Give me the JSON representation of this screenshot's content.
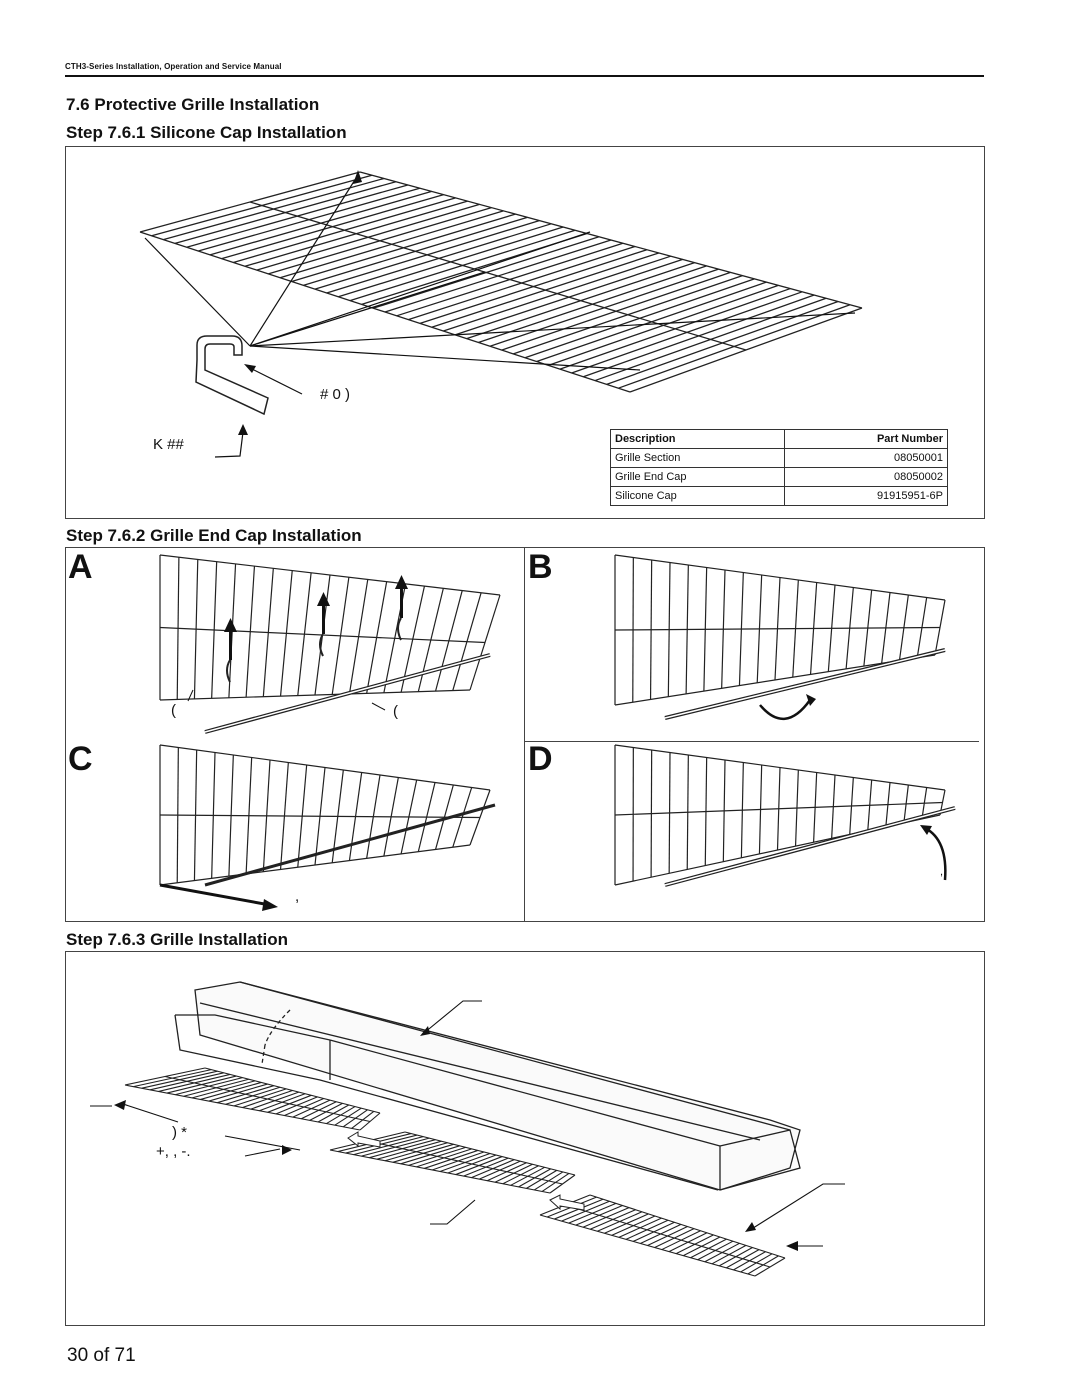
{
  "header": {
    "title": "CTH3-Series Installation, Operation and Service Manual"
  },
  "section": {
    "title": "7.6 Protective Grille Installation"
  },
  "steps": [
    {
      "title": "Step 7.6.1 Silicone Cap Installation"
    },
    {
      "title": "Step 7.6.2 Grille End Cap Installation"
    },
    {
      "title": "Step 7.6.3 Grille Installation"
    }
  ],
  "step1": {
    "callout_cap": "#     0 )",
    "callout_tubing": "K  ##"
  },
  "parts_table": {
    "headers": [
      "Description",
      "Part Number"
    ],
    "rows": [
      [
        "Grille Section",
        "08050001"
      ],
      [
        "Grille End Cap",
        "08050002"
      ],
      [
        "Silicone Cap",
        "91915951-6P"
      ]
    ]
  },
  "step2": {
    "panels": [
      {
        "letter": "A",
        "marks": [
          "(",
          "("
        ]
      },
      {
        "letter": "B"
      },
      {
        "letter": "C",
        "marks": [
          ","
        ]
      },
      {
        "letter": "D",
        "marks": [
          ","
        ]
      }
    ]
  },
  "step3": {
    "callout_1": ") *",
    "callout_2": "+, ,       -."
  },
  "footer": {
    "page": "30 of 71"
  }
}
